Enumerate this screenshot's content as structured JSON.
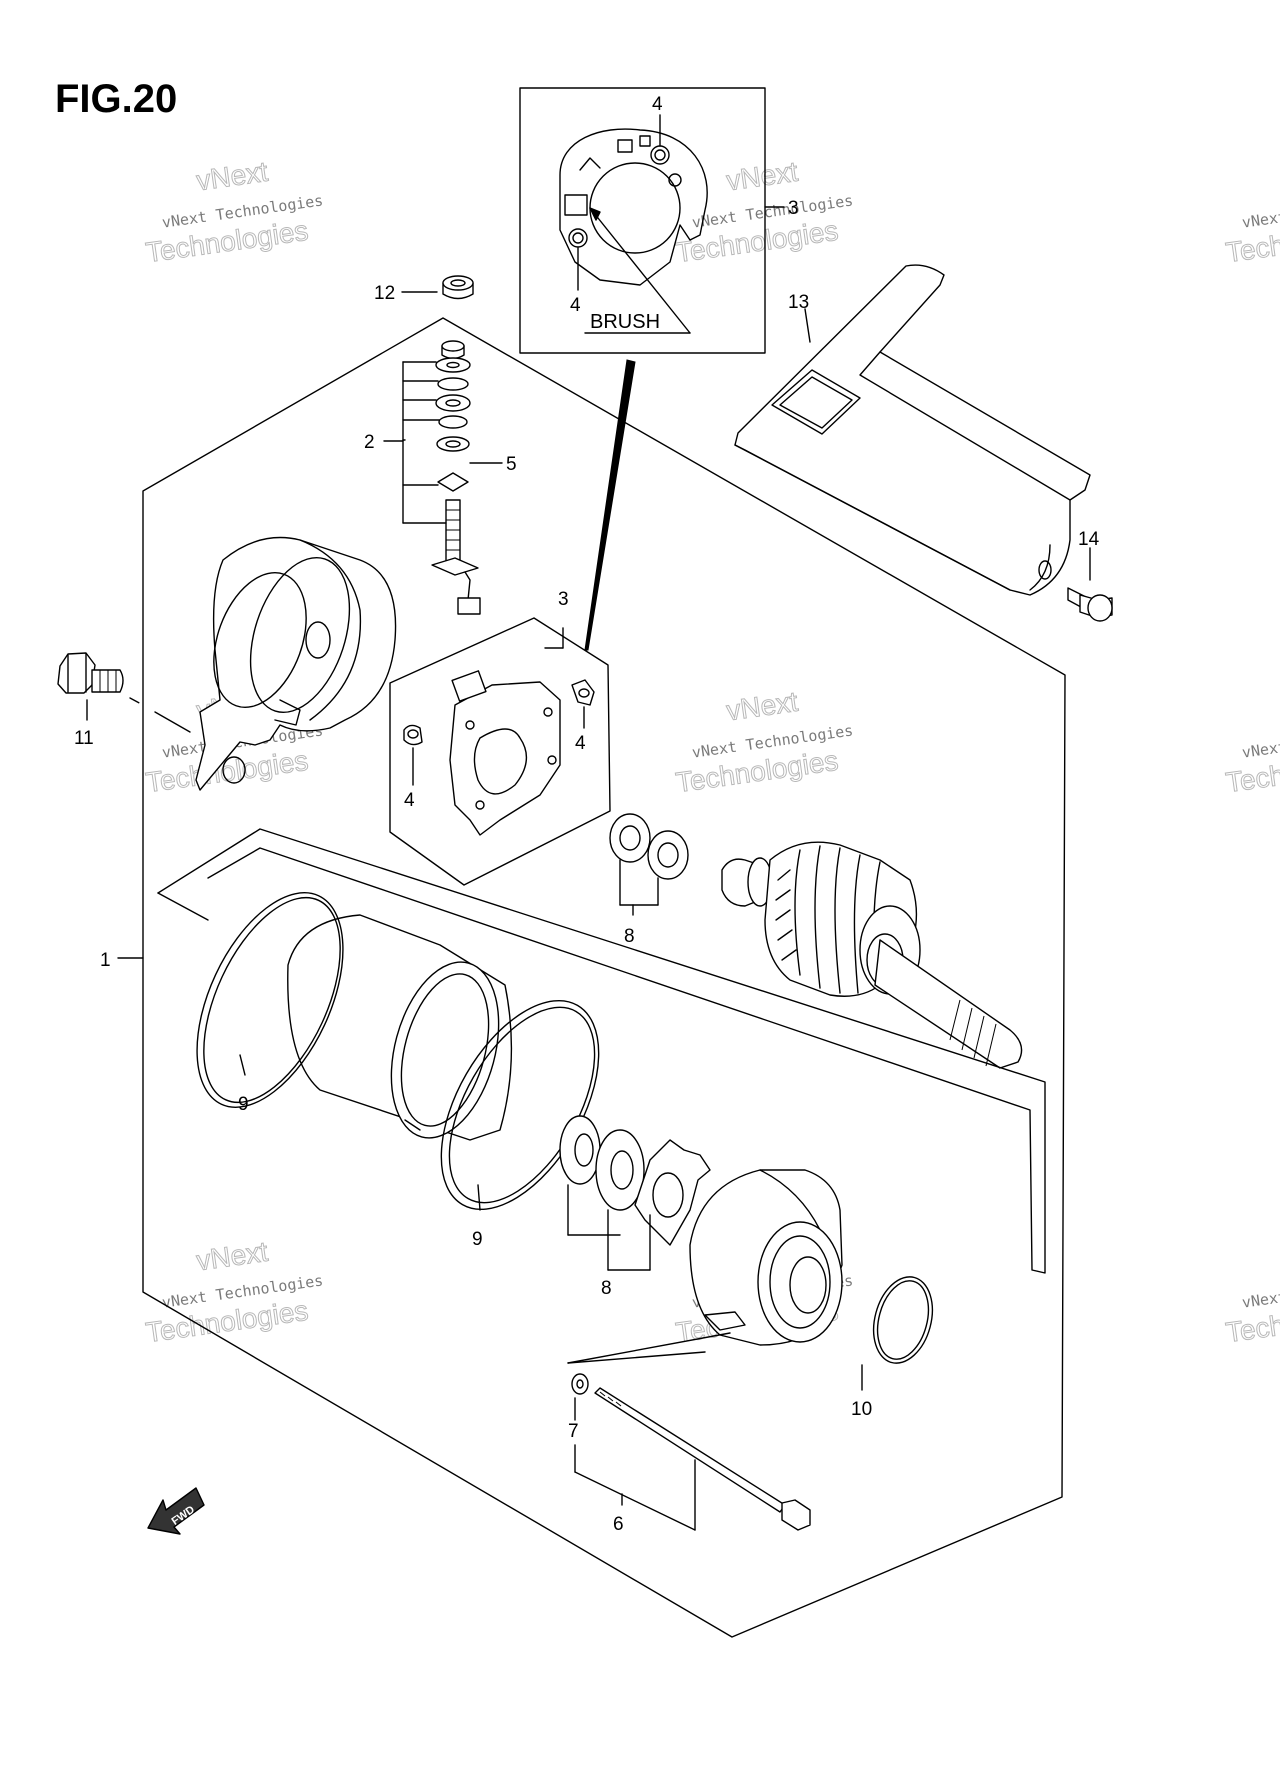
{
  "figure": {
    "title": "FIG.20"
  },
  "inset": {
    "label": "BRUSH"
  },
  "callouts": {
    "c1": "1",
    "c2": "2",
    "c3_inset": "3",
    "c3": "3",
    "c4_inset_top": "4",
    "c4_inset_bottom": "4",
    "c4_right": "4",
    "c4_left": "4",
    "c5": "5",
    "c6": "6",
    "c7": "7",
    "c8_top": "8",
    "c8_bottom": "8",
    "c9_left": "9",
    "c9_mid": "9",
    "c10": "10",
    "c11": "11",
    "c12": "12",
    "c13": "13",
    "c14": "14"
  },
  "fwd_label": "FWD",
  "watermark": {
    "line1": "vNext",
    "line2": "vNext Technologies",
    "line3": "Technologies"
  }
}
